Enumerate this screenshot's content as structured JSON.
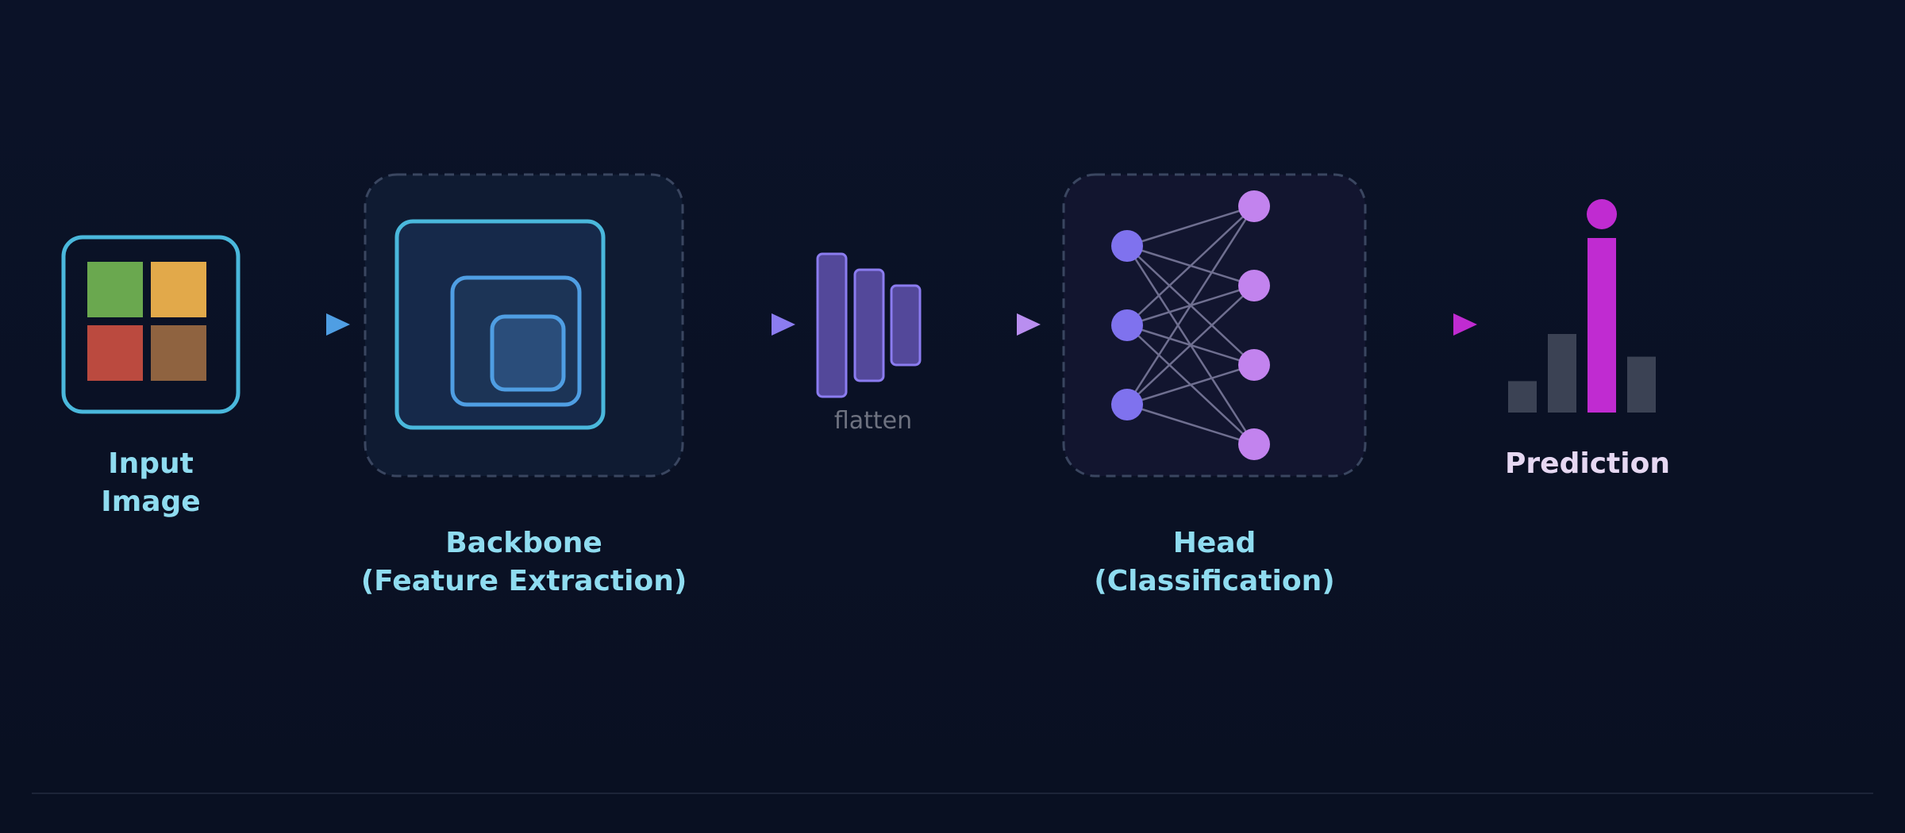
{
  "stages": {
    "input": {
      "line1": "Input",
      "line2": "Image"
    },
    "backbone": {
      "line1": "Backbone",
      "line2": "(Feature Extraction)"
    },
    "flatten": {
      "label": "flatten"
    },
    "head": {
      "line1": "Head",
      "line2": "(Classification)"
    },
    "prediction": {
      "label": "Prediction"
    }
  },
  "prediction_bars": {
    "values": [
      0.18,
      0.45,
      1.0,
      0.32
    ],
    "highlight_index": 2,
    "highlight_color": "#c02bd1",
    "base_color": "#3b4254"
  },
  "colors": {
    "input_border": "#4ab8dc",
    "tile_green": "#6aa84f",
    "tile_yellow": "#e2a94a",
    "tile_red": "#bb4a3f",
    "tile_brown": "#8f6340",
    "backbone_outer": "#4ab8dc",
    "backbone_mid": "#4f9ee3",
    "flatten_fill": "#53489a",
    "flatten_stroke": "#8b7cf0",
    "head_input_node": "#7f72ee",
    "head_output_node": "#c283ee",
    "arrow_1": "#4f9ee3",
    "arrow_2": "#8b7cf0",
    "arrow_3": "#b98ef0",
    "arrow_4": "#c02bd1",
    "label_cyan": "#8fdcf0",
    "label_prediction": "#e6d8f2",
    "label_muted": "#6e7280"
  },
  "icons": [
    "image-icon",
    "feature-map-icon",
    "flatten-icon",
    "neural-network-icon",
    "bar-chart-icon"
  ]
}
